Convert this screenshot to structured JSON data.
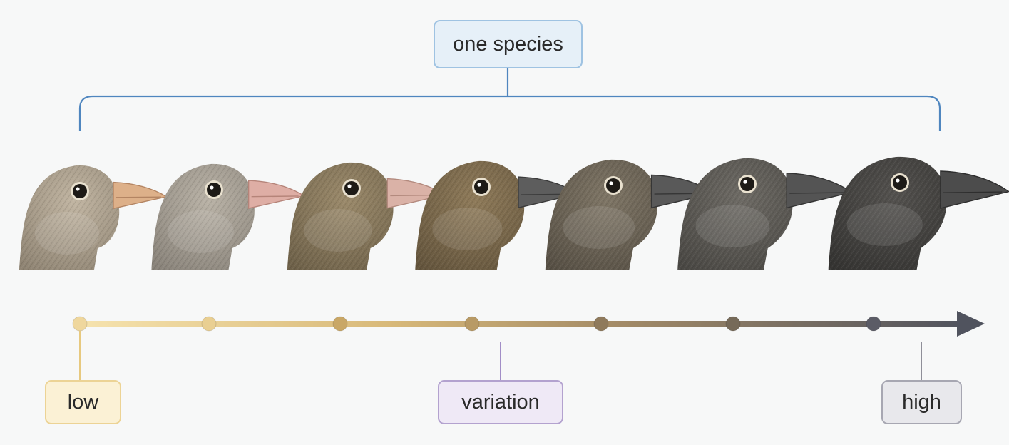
{
  "labels": {
    "group": "one species",
    "low": "low",
    "middle": "variation",
    "high": "high"
  },
  "birds": [
    {
      "head": "#c1b5a2",
      "head_dark": "#8f8473",
      "beak": "#ddb089",
      "beak_dark": "#b38462",
      "beak_size": 0.55
    },
    {
      "head": "#b9b2a6",
      "head_dark": "#89837a",
      "beak": "#deaea5",
      "beak_dark": "#b58479",
      "beak_size": 0.62
    },
    {
      "head": "#9b8a6b",
      "head_dark": "#6e6149",
      "beak": "#dab2a7",
      "beak_dark": "#b38a7e",
      "beak_size": 0.68
    },
    {
      "head": "#8f7b5a",
      "head_dark": "#64553d",
      "beak": "#5d5d5d",
      "beak_dark": "#3b3b3b",
      "beak_size": 0.74
    },
    {
      "head": "#7f7666",
      "head_dark": "#575045",
      "beak": "#595959",
      "beak_dark": "#363636",
      "beak_size": 0.82
    },
    {
      "head": "#6e6b65",
      "head_dark": "#4a4844",
      "beak": "#545454",
      "beak_dark": "#333333",
      "beak_size": 0.9
    },
    {
      "head": "#54524f",
      "head_dark": "#353432",
      "beak": "#4c4c4c",
      "beak_dark": "#2e2e2e",
      "beak_size": 1.0
    }
  ],
  "dot_colors": [
    "#efd79d",
    "#e9cf92",
    "#c9a766",
    "#b89a65",
    "#8f7a5c",
    "#766a59",
    "#5b5c66"
  ],
  "colors": {
    "bracket": "#4f86bf",
    "low_stem": "#e7c97f",
    "variation_stem": "#a28ec7",
    "high_stem": "#8f8f99",
    "gradient_start": "#f6e3ae",
    "gradient_end": "#50535e"
  }
}
